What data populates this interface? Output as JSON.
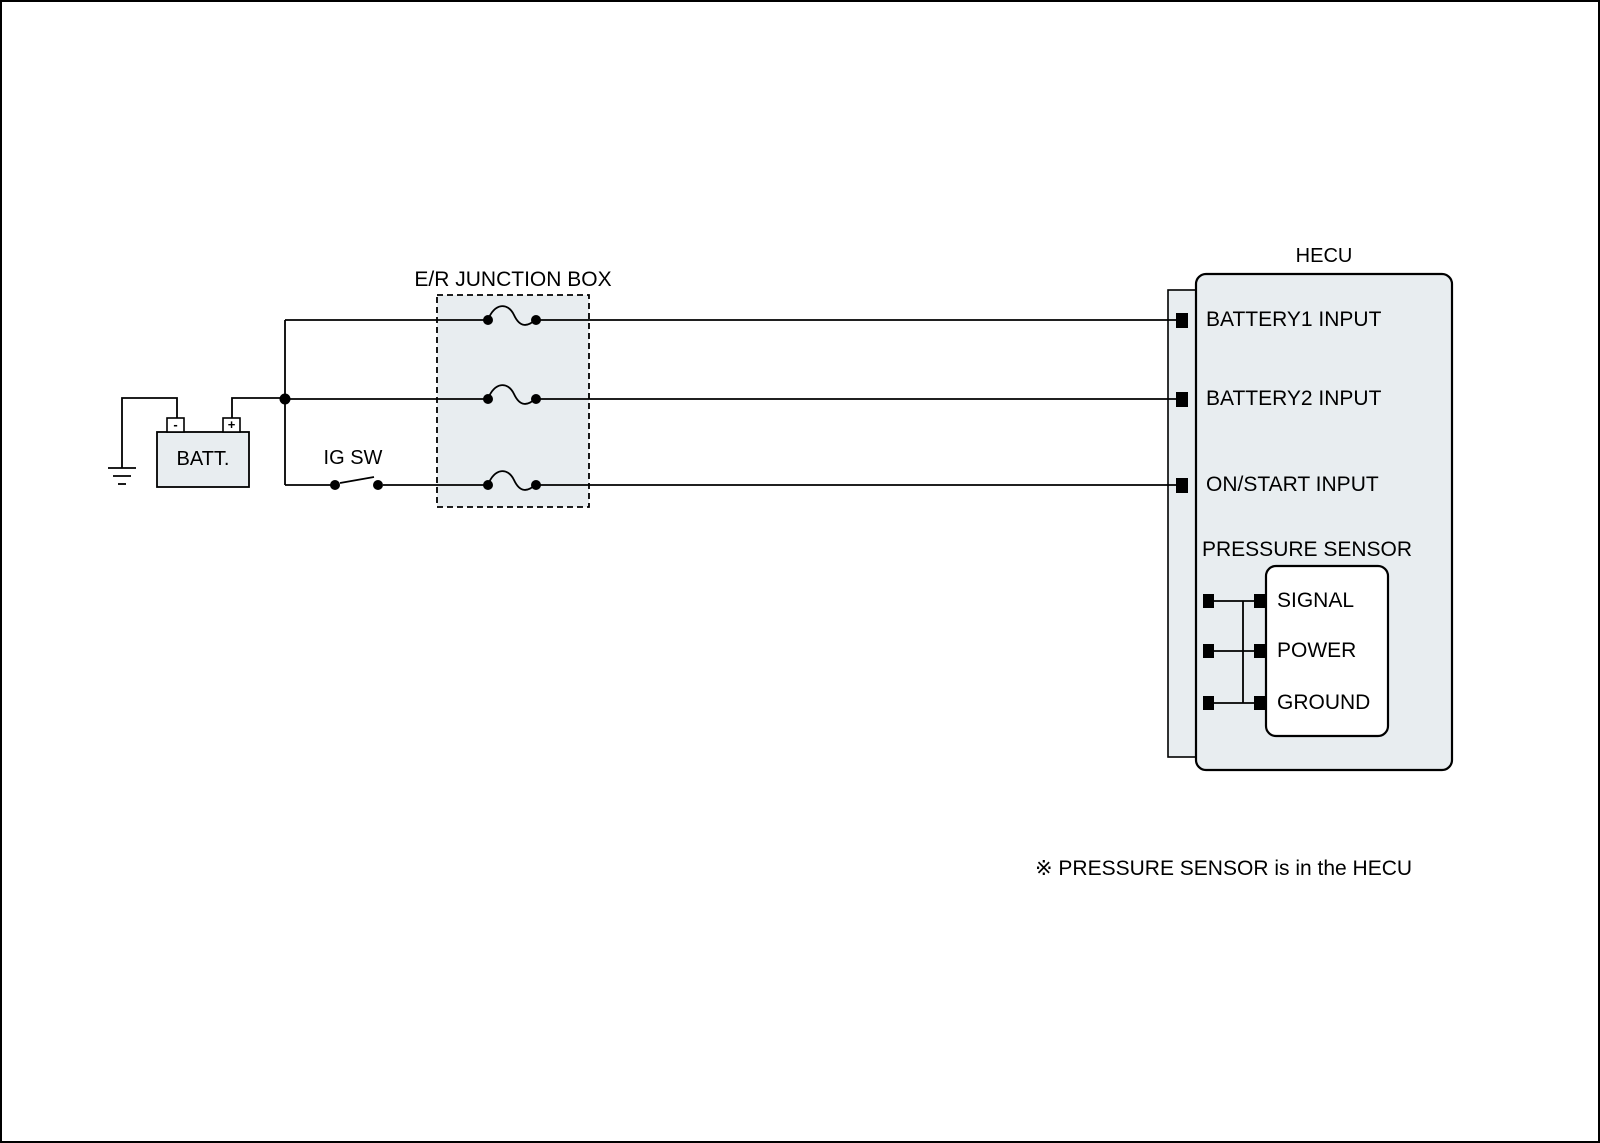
{
  "diagram": {
    "battery": {
      "label": "BATT.",
      "minus_terminal": "-",
      "plus_terminal": "+"
    },
    "ignition_switch": {
      "label": "IG SW"
    },
    "junction_box": {
      "label": "E/R JUNCTION BOX"
    },
    "hecu": {
      "label": "HECU",
      "inputs": [
        {
          "label": "BATTERY1 INPUT"
        },
        {
          "label": "BATTERY2 INPUT"
        },
        {
          "label": "ON/START INPUT"
        }
      ],
      "pressure_sensor": {
        "label": "PRESSURE SENSOR",
        "pins": [
          {
            "label": "SIGNAL"
          },
          {
            "label": "POWER"
          },
          {
            "label": "GROUND"
          }
        ]
      }
    },
    "note": "※ PRESSURE SENSOR is in the HECU"
  },
  "colors": {
    "box_fill": "#e8edf0",
    "inner_box_fill": "#ffffff",
    "line": "#000000",
    "background": "#ffffff"
  }
}
